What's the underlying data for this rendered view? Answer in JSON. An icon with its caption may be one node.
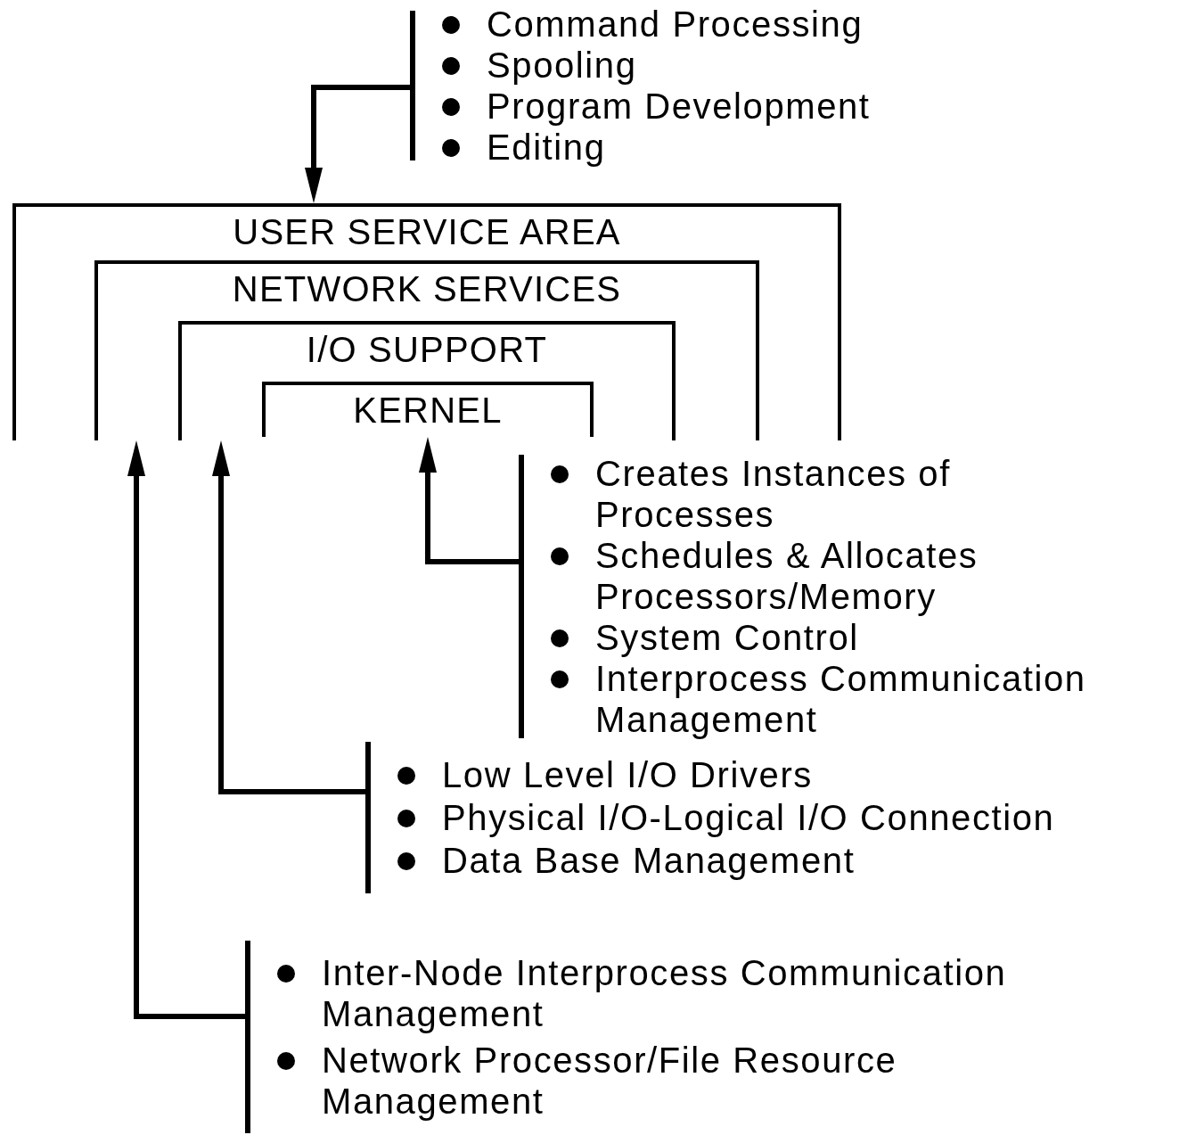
{
  "diagram": {
    "nodes": [
      {
        "text": [
          "USER SERVICE AREA"
        ]
      },
      {
        "text": [
          "NETWORK SERVICES"
        ],
        "in": 0
      },
      {
        "text": [
          "I/O SUPPORT"
        ],
        "in": 1
      },
      {
        "text": [
          "KERNEL"
        ],
        "in": 2
      },
      {
        "text": [
          "Command Processing",
          "Spooling",
          "Program Development",
          "Editing"
        ]
      },
      {
        "text": [
          "Creates Instances of Processes",
          "Schedules & Allocates Processors/Memory",
          "System Control",
          "Interprocess Communication Management"
        ]
      },
      {
        "text": [
          "Low Level I/O Drivers",
          "Physical I/O-Logical I/O Connection",
          "Data Base Management"
        ]
      },
      {
        "text": [
          "Inter-Node Interprocess Communication Management",
          "Network Processor/File Resource Management"
        ]
      }
    ],
    "edges": [
      {
        "from": 4,
        "to": 0,
        "arrow": "to"
      },
      {
        "from": 5,
        "to": 3,
        "arrow": "to"
      },
      {
        "from": 6,
        "to": 2,
        "arrow": "to"
      },
      {
        "from": 7,
        "to": 1,
        "arrow": "to"
      }
    ]
  }
}
